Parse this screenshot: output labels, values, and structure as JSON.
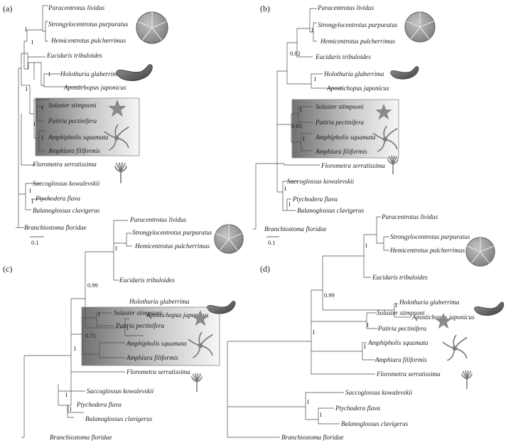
{
  "panels": [
    {
      "label": "(a)",
      "scale_label": "0.1",
      "supports": []
    },
    {
      "label": "(b)",
      "scale_label": "0.1",
      "supports": [
        "0.82",
        "0.83"
      ]
    },
    {
      "label": "(c)",
      "supports": [
        "0.99",
        "0.71"
      ]
    },
    {
      "label": "(d)",
      "supports": [
        "0.99"
      ]
    }
  ],
  "taxa": [
    "Paracentrotus lividus",
    "Strongylocentrotus purpuratus",
    "Hemicentrotus pulcherrimus",
    "Eucidaris tribuloides",
    "Holothuria glaberrima",
    "Apostichopus japonicus",
    "Solaster stimpsoni",
    "Patiria pectinifera",
    "Amphipholis squamata",
    "Amphiura filiformis",
    "Florometra serratissima",
    "Saccoglossus kowalevskii",
    "Ptychodera flava",
    "Balanoglossus clavigerus",
    "Branchiostoma floridae"
  ],
  "node_mark": "I",
  "icons": [
    "sea-urchin-icon",
    "sea-cucumber-icon",
    "sea-star-icon",
    "brittle-star-icon",
    "crinoid-icon"
  ],
  "colors": {
    "branch": "#4a4a4a",
    "box_dark": "#6e6e6e",
    "box_light": "#f4f4f4",
    "icon_fill": "#8a8a8a"
  }
}
